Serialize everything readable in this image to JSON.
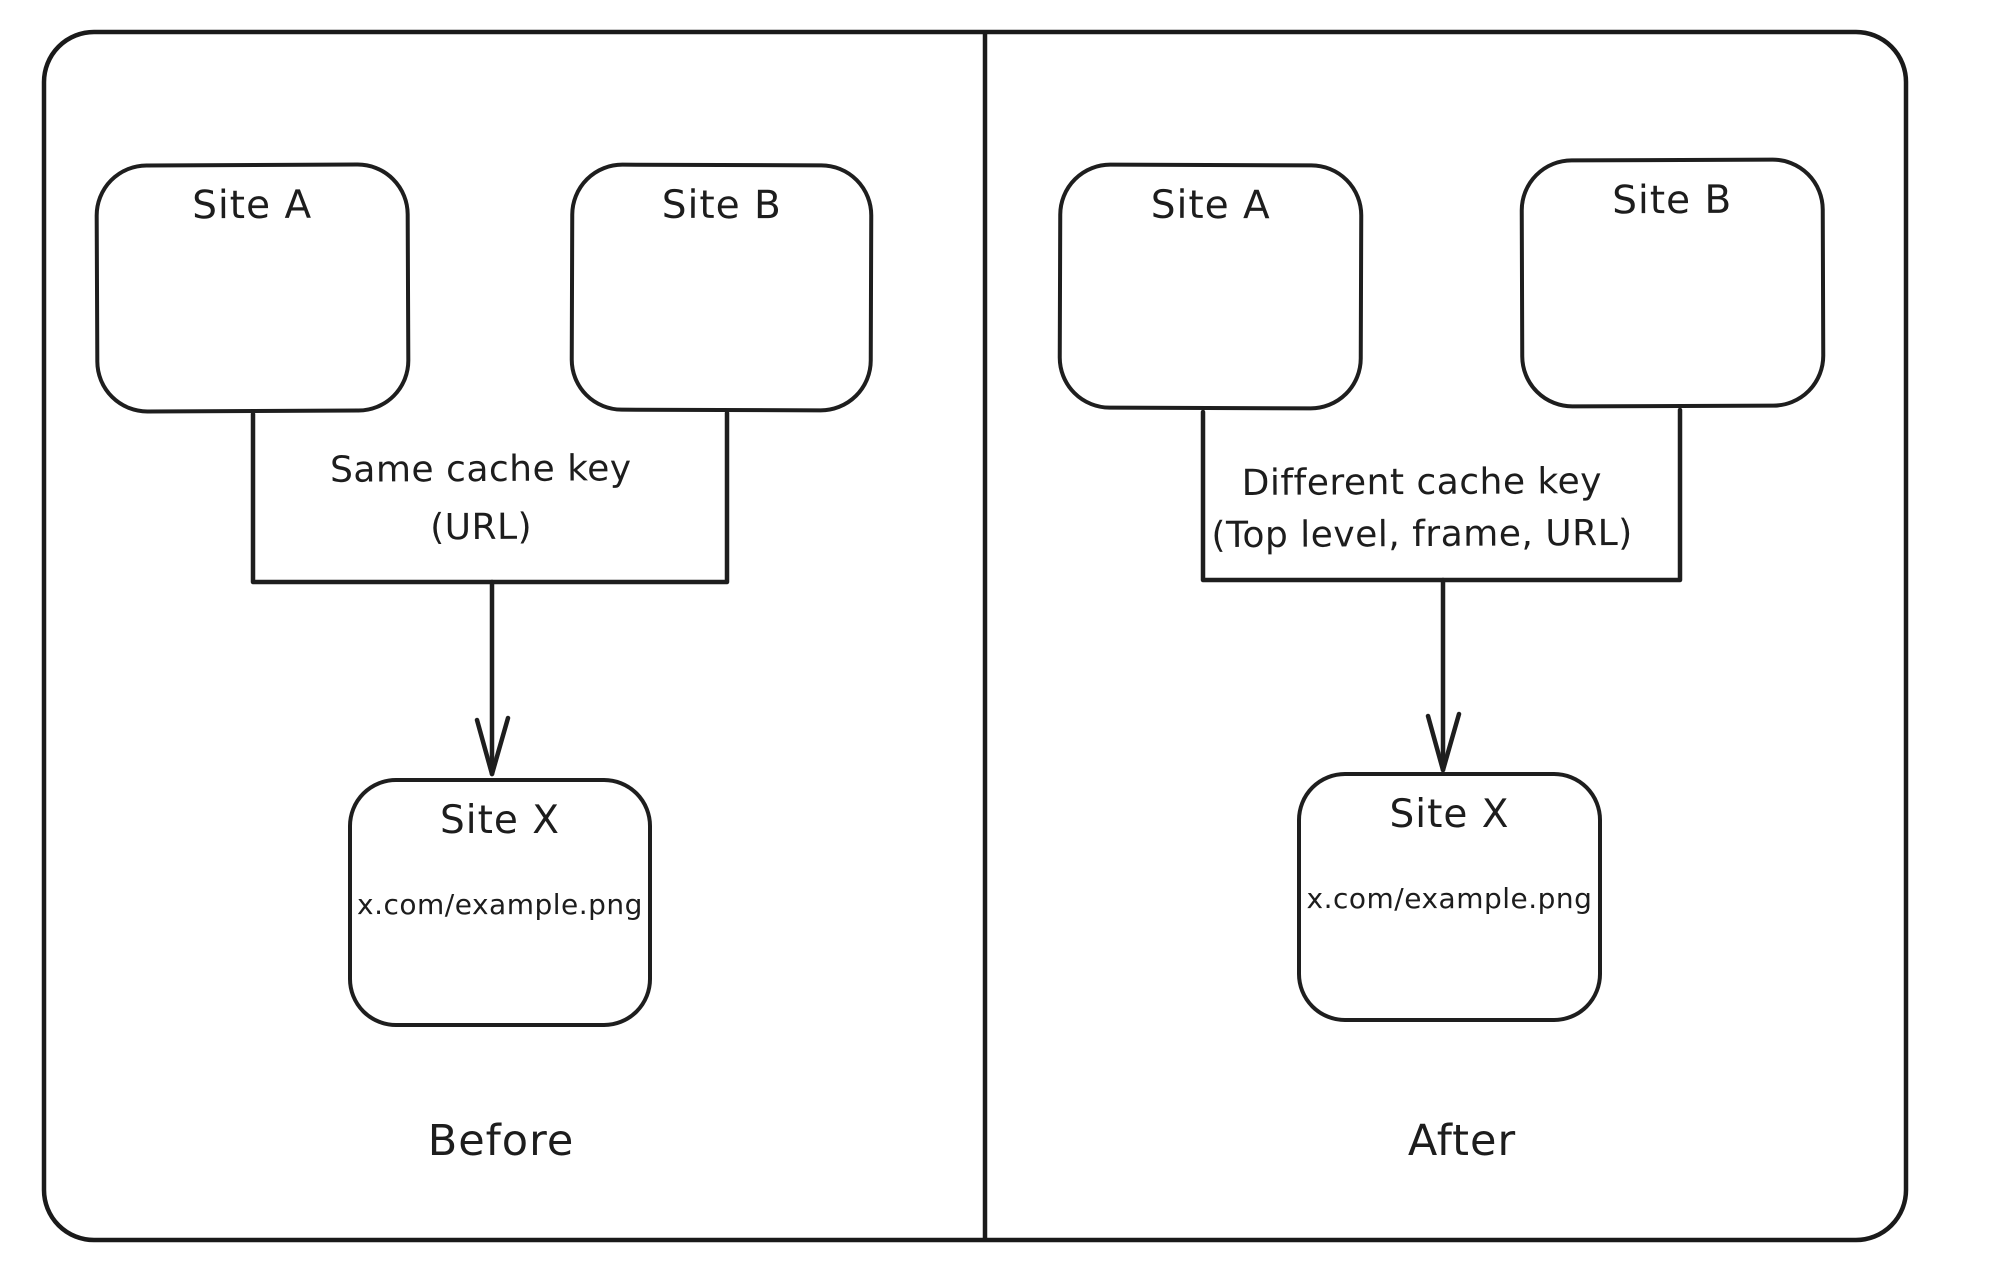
{
  "colors": {
    "stroke": "#1e1e1e",
    "background": "#ffffff",
    "text": "#1d1d1d"
  },
  "before": {
    "caption": "Before",
    "site_a_label": "Site A",
    "site_b_label": "Site B",
    "cache_key_line1": "Same cache key",
    "cache_key_line2": "(URL)",
    "site_x_label": "Site X",
    "site_x_url": "x.com/example.png"
  },
  "after": {
    "caption": "After",
    "site_a_label": "Site A",
    "site_b_label": "Site B",
    "cache_key_line1": "Different cache key",
    "cache_key_line2": "(Top level, frame, URL)",
    "site_x_label": "Site X",
    "site_x_url": "x.com/example.png"
  }
}
